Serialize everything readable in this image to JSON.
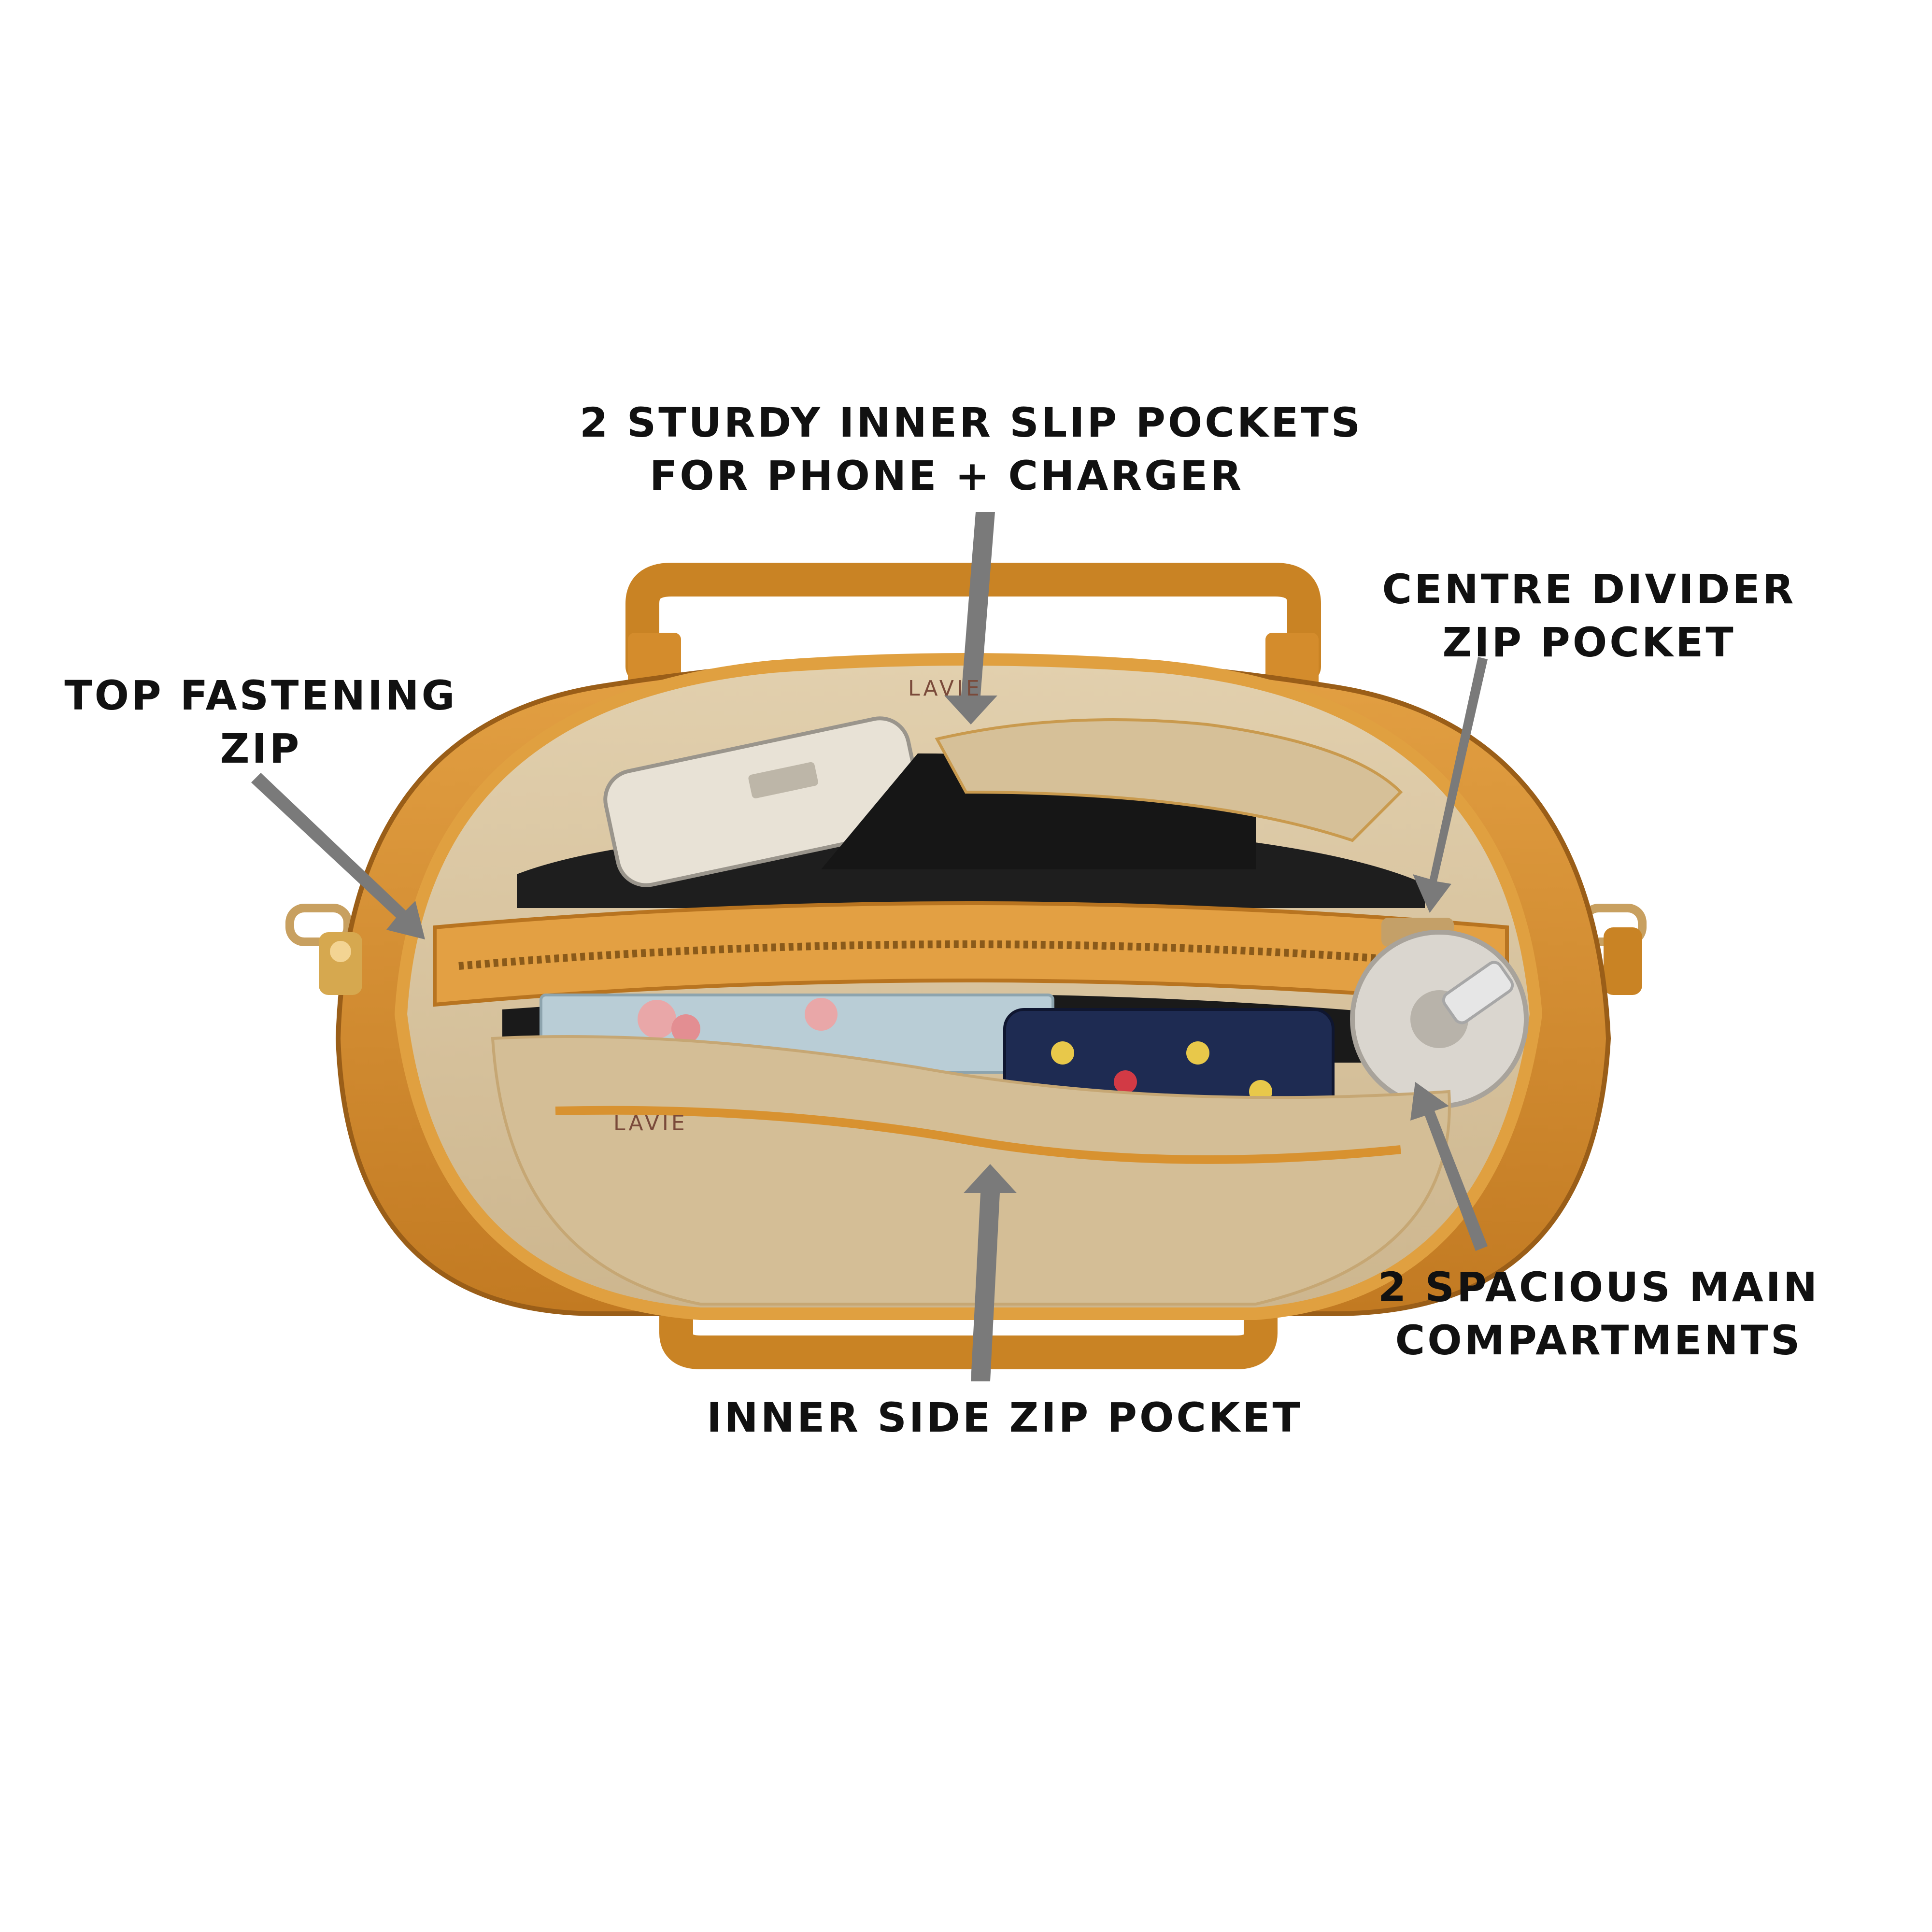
{
  "labels": {
    "slip_pockets": {
      "line1": "2 STURDY INNER SLIP POCKETS",
      "line2": "FOR PHONE + CHARGER"
    },
    "top_zip": {
      "line1": "TOP FASTENING",
      "line2": "ZIP"
    },
    "divider_pocket": {
      "line1": "CENTRE DIVIDER",
      "line2": "ZIP POCKET"
    },
    "main_compartments": {
      "line1": "2 SPACIOUS MAIN",
      "line2": "COMPARTMENTS"
    },
    "side_pocket": {
      "line1": "INNER SIDE ZIP POCKET"
    }
  },
  "branding": {
    "lining_logo": "LAVIE"
  },
  "colors": {
    "bag_leather": "#D9902F",
    "bag_leather_dark": "#B06E1E",
    "lining": "#D8C4A0",
    "zip_tape": "#E0A040",
    "arrow": "#7A7A7A",
    "text": "#111111"
  }
}
